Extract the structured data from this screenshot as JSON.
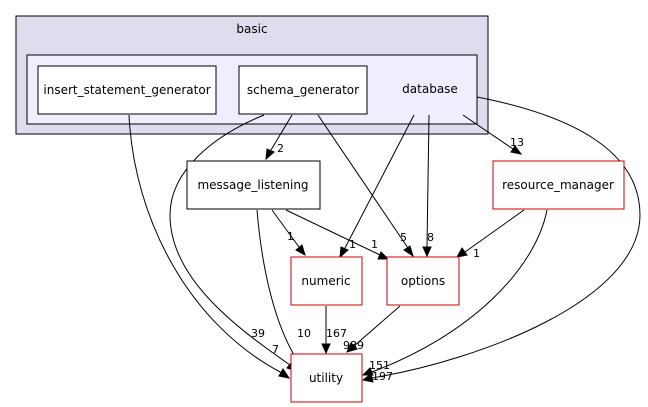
{
  "clusters": {
    "outer": {
      "label": "basic"
    },
    "inner": {
      "label": "database"
    }
  },
  "nodes": {
    "insert_statement_generator": {
      "label": "insert_statement_generator"
    },
    "schema_generator": {
      "label": "schema_generator"
    },
    "message_listening": {
      "label": "message_listening"
    },
    "resource_manager": {
      "label": "resource_manager"
    },
    "numeric": {
      "label": "numeric"
    },
    "options": {
      "label": "options"
    },
    "utility": {
      "label": "utility"
    }
  },
  "edges": {
    "insert_to_utility": {
      "from": "insert_statement_generator",
      "to": "utility",
      "label": "7"
    },
    "schema_to_message": {
      "from": "schema_generator",
      "to": "message_listening",
      "label": "2"
    },
    "schema_to_options": {
      "from": "schema_generator",
      "to": "options",
      "label": "5"
    },
    "schema_to_utility": {
      "from": "schema_generator",
      "to": "utility",
      "label": "39"
    },
    "database_to_resource": {
      "from": "database",
      "to": "resource_manager",
      "label": "13"
    },
    "database_to_numeric": {
      "from": "database",
      "to": "numeric",
      "label": "1"
    },
    "database_to_options": {
      "from": "database",
      "to": "options",
      "label": "8"
    },
    "database_to_utility": {
      "from": "database",
      "to": "utility",
      "label": "151"
    },
    "message_to_numeric": {
      "from": "message_listening",
      "to": "numeric",
      "label": "1"
    },
    "message_to_options": {
      "from": "message_listening",
      "to": "options",
      "label": "1"
    },
    "message_to_utility": {
      "from": "message_listening",
      "to": "utility",
      "label": "10"
    },
    "resource_to_options": {
      "from": "resource_manager",
      "to": "options",
      "label": "1"
    },
    "resource_to_utility": {
      "from": "resource_manager",
      "to": "utility",
      "label": "197"
    },
    "numeric_to_utility": {
      "from": "numeric",
      "to": "utility",
      "label": "167"
    },
    "options_to_utility": {
      "from": "options",
      "to": "utility",
      "label": "989"
    }
  },
  "colors": {
    "outer_fill": "#ddddee",
    "outer_stroke": "#000000",
    "inner_fill": "#eeeeff",
    "inner_stroke": "#000000",
    "node_fill": "#ffffff",
    "node_stroke_internal": "#000000",
    "node_stroke_external": "#cc0000"
  }
}
